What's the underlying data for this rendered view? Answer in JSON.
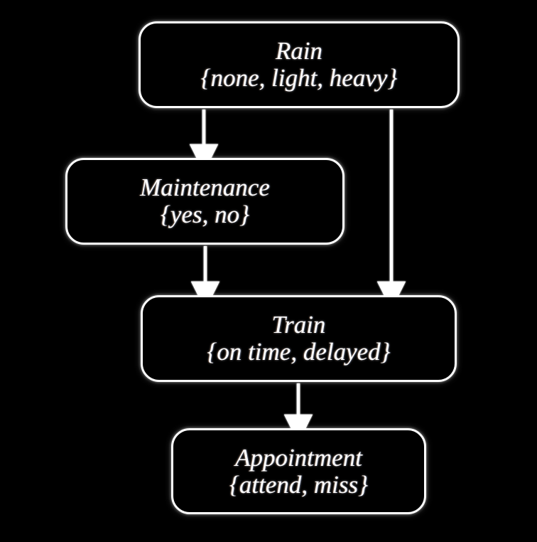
{
  "diagram": {
    "title": "Rain / Maintenance / Train / Appointment Bayesian network",
    "background_color": "#000000",
    "stroke_color": "#ffffff",
    "text_color": "#ffffff",
    "nodes": [
      {
        "id": "rain",
        "name": "Rain",
        "states": "{none, light, heavy}",
        "state_list": [
          "none",
          "light",
          "heavy"
        ]
      },
      {
        "id": "maintenance",
        "name": "Maintenance",
        "states": "{yes, no}",
        "state_list": [
          "yes",
          "no"
        ]
      },
      {
        "id": "train",
        "name": "Train",
        "states": "{on time, delayed}",
        "state_list": [
          "on time",
          "delayed"
        ]
      },
      {
        "id": "appointment",
        "name": "Appointment",
        "states": "{attend, miss}",
        "state_list": [
          "attend",
          "miss"
        ]
      }
    ],
    "edges": [
      {
        "id": "rain-to-maintenance",
        "from": "rain",
        "to": "maintenance",
        "arrowhead": "solid-triangle"
      },
      {
        "id": "rain-to-train",
        "from": "rain",
        "to": "train",
        "arrowhead": "solid-triangle"
      },
      {
        "id": "maintenance-to-train",
        "from": "maintenance",
        "to": "train",
        "arrowhead": "solid-triangle"
      },
      {
        "id": "train-to-appointment",
        "from": "train",
        "to": "appointment",
        "arrowhead": "solid-triangle"
      }
    ]
  }
}
